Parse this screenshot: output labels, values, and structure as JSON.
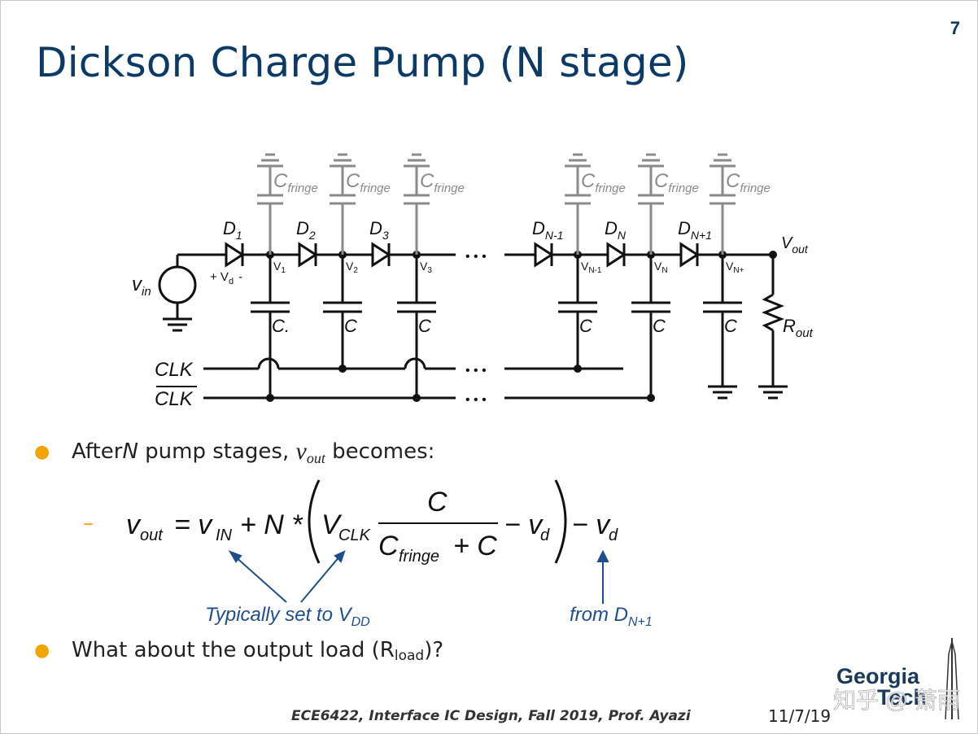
{
  "slide": {
    "page_number": "7",
    "title": "Dickson Charge Pump (N stage)",
    "footer": "ECE6422, Interface IC Design, Fall 2019, Prof.  Ayazi",
    "date": "11/7/19",
    "logo": {
      "line1": "Georgia",
      "line2": "Tech",
      "watermark": "知乎 @ 萧雨"
    }
  },
  "circuit": {
    "cfringe_main": "C",
    "cfringe_sub": "fringe",
    "diodes": [
      {
        "main": "D",
        "sub": "1"
      },
      {
        "main": "D",
        "sub": "2"
      },
      {
        "main": "D",
        "sub": "3"
      },
      {
        "main": "D",
        "sub": "N-1"
      },
      {
        "main": "D",
        "sub": "N"
      },
      {
        "main": "D",
        "sub": "N+1"
      }
    ],
    "nodes": [
      {
        "main": "V",
        "sub": "1"
      },
      {
        "main": "V",
        "sub": "2"
      },
      {
        "main": "V",
        "sub": "3"
      },
      {
        "main": "V",
        "sub": "N-1"
      },
      {
        "main": "V",
        "sub": "N"
      },
      {
        "main": "V",
        "sub": "N+"
      }
    ],
    "cap_labels": [
      "C.",
      "C",
      "C",
      "C",
      "C",
      "C"
    ],
    "vin_main": "v",
    "vin_sub": "in",
    "vd_label": "+ V",
    "vd_sub": "d",
    "vd_minus": "-",
    "vout_main": "V",
    "vout_sub": "out",
    "rout_main": "R",
    "rout_sub": "out",
    "clk": "CLK",
    "clkbar": "CLK",
    "ellipsis": "• • •"
  },
  "bullets": {
    "b1_pre": "After ",
    "b1_N": "N",
    "b1_mid": " pump stages, ",
    "b1_v": "v",
    "b1_vsub": "out",
    "b1_post": " becomes:",
    "b2_pre": "What about the output load (R",
    "b2_sub": "load",
    "b2_post": ")?"
  },
  "equation": {
    "dash": "–",
    "lhs": "v",
    "lhs_sub": "out",
    "eq": "= v",
    "in_sub": "IN",
    "plusN": "+ N *",
    "vclk": "V",
    "vclk_sub": "CLK",
    "num": "C",
    "den_c": "C",
    "den_sub": "fringe",
    "den_plus": "+ C",
    "minus_vd": "− v",
    "vd_sub": "d",
    "minus_vd2": "− v",
    "vd2_sub": "d"
  },
  "annotations": {
    "typ_pre": "Typically set to V",
    "typ_sub": "DD",
    "from_pre": "from D",
    "from_sub": "N+1"
  },
  "colors": {
    "title": "#0b3a66",
    "bullet": "#f0a500",
    "annotation": "#1f4e8c",
    "wire": "#111111",
    "gray": "#8a8a8a"
  }
}
